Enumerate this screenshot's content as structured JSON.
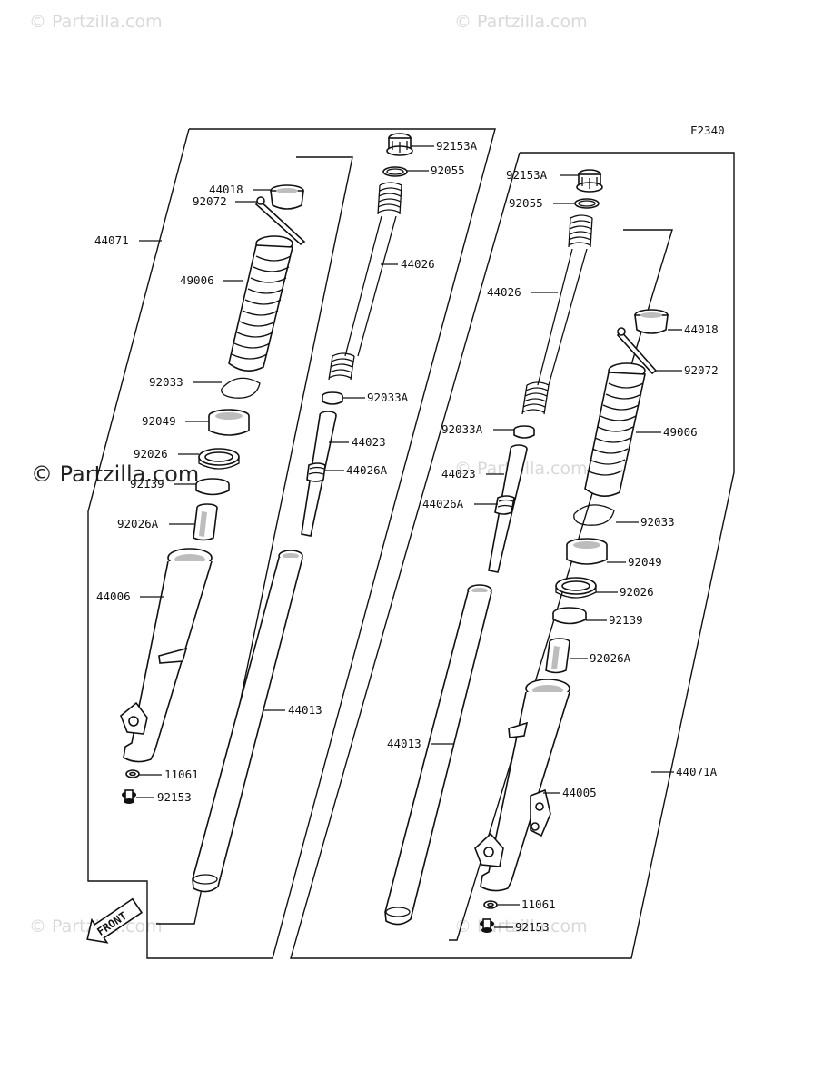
{
  "watermark": {
    "brand": "Partzilla",
    "text": "© Partzilla.com"
  },
  "figure_code": "F2340",
  "front_badge": "FRONT",
  "left_assembly": {
    "outer_label": "44071",
    "parts": {
      "boot_clamp_top": "44018",
      "boot_band": "92072",
      "dust_boot": "49006",
      "ring": "92033",
      "seal": "92049",
      "washer": "92026",
      "bushing": "92139",
      "bushing_a": "92026A",
      "outer_tube": "44006",
      "gasket": "11061",
      "bolt": "92153",
      "cap_bolt": "92153A",
      "o_ring": "92055",
      "spring": "44026",
      "ring_a": "92033A",
      "cylinder": "44023",
      "spring_a": "44026A",
      "inner_tube": "44013"
    }
  },
  "right_assembly": {
    "outer_label": "44071A",
    "parts": {
      "cap_bolt": "92153A",
      "o_ring": "92055",
      "spring": "44026",
      "ring_a": "92033A",
      "cylinder": "44023",
      "spring_a": "44026A",
      "inner_tube": "44013",
      "boot_clamp_top": "44018",
      "boot_band": "92072",
      "dust_boot": "49006",
      "ring": "92033",
      "seal": "92049",
      "washer": "92026",
      "bushing": "92139",
      "bushing_a": "92026A",
      "outer_tube": "44005",
      "gasket": "11061",
      "bolt": "92153"
    }
  },
  "colors": {
    "line": "#111111",
    "shade": "#bdbdbd",
    "watermark": "#d9d9d9"
  }
}
